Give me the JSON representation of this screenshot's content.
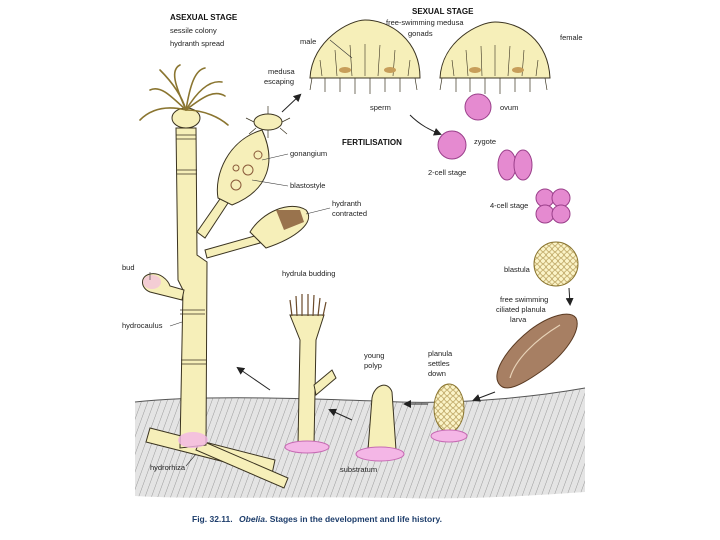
{
  "headings": {
    "asexual_stage": "ASEXUAL STAGE",
    "sessile_colony": "sessile colony",
    "hydranth_spread": "hydranth spread",
    "sexual_stage": "SEXUAL STAGE",
    "free_swimming_medusa": "free-swimming medusa",
    "gonads": "gonads",
    "fertilisation": "FERTILISATION"
  },
  "labels": {
    "male": "male",
    "female": "female",
    "medusa_escaping_1": "medusa",
    "medusa_escaping_2": "escaping",
    "sperm": "sperm",
    "ovum": "ovum",
    "zygote": "zygote",
    "two_cell": "2-cell stage",
    "four_cell": "4-cell stage",
    "blastula": "blastula",
    "planula_1": "free swimming",
    "planula_2": "ciliated planula",
    "planula_3": "larva",
    "gonangium": "gonangium",
    "blastostyle": "blastostyle",
    "hydranth_contracted_1": "hydranth",
    "hydranth_contracted_2": "contracted",
    "bud": "bud",
    "hydrocaulus": "hydrocaulus",
    "hydrula_budding": "hydrula budding",
    "young_polyp_1": "young",
    "young_polyp_2": "polyp",
    "planula_settles_1": "planula",
    "planula_settles_2": "settles",
    "planula_settles_3": "down",
    "substratum": "substratum",
    "hydrorhiza": "hydrorhiza"
  },
  "caption": {
    "prefix": "Fig. 32.11.",
    "genus": "Obelia",
    "text": ". Stages in the development and life history."
  },
  "colors": {
    "body_fill": "#f6efb9",
    "stroke": "#3a3320",
    "pink": "#e58ad0",
    "pink_fill": "#f4b6e6",
    "brown": "#8a5a3a",
    "ground": "#d9d9d9"
  }
}
